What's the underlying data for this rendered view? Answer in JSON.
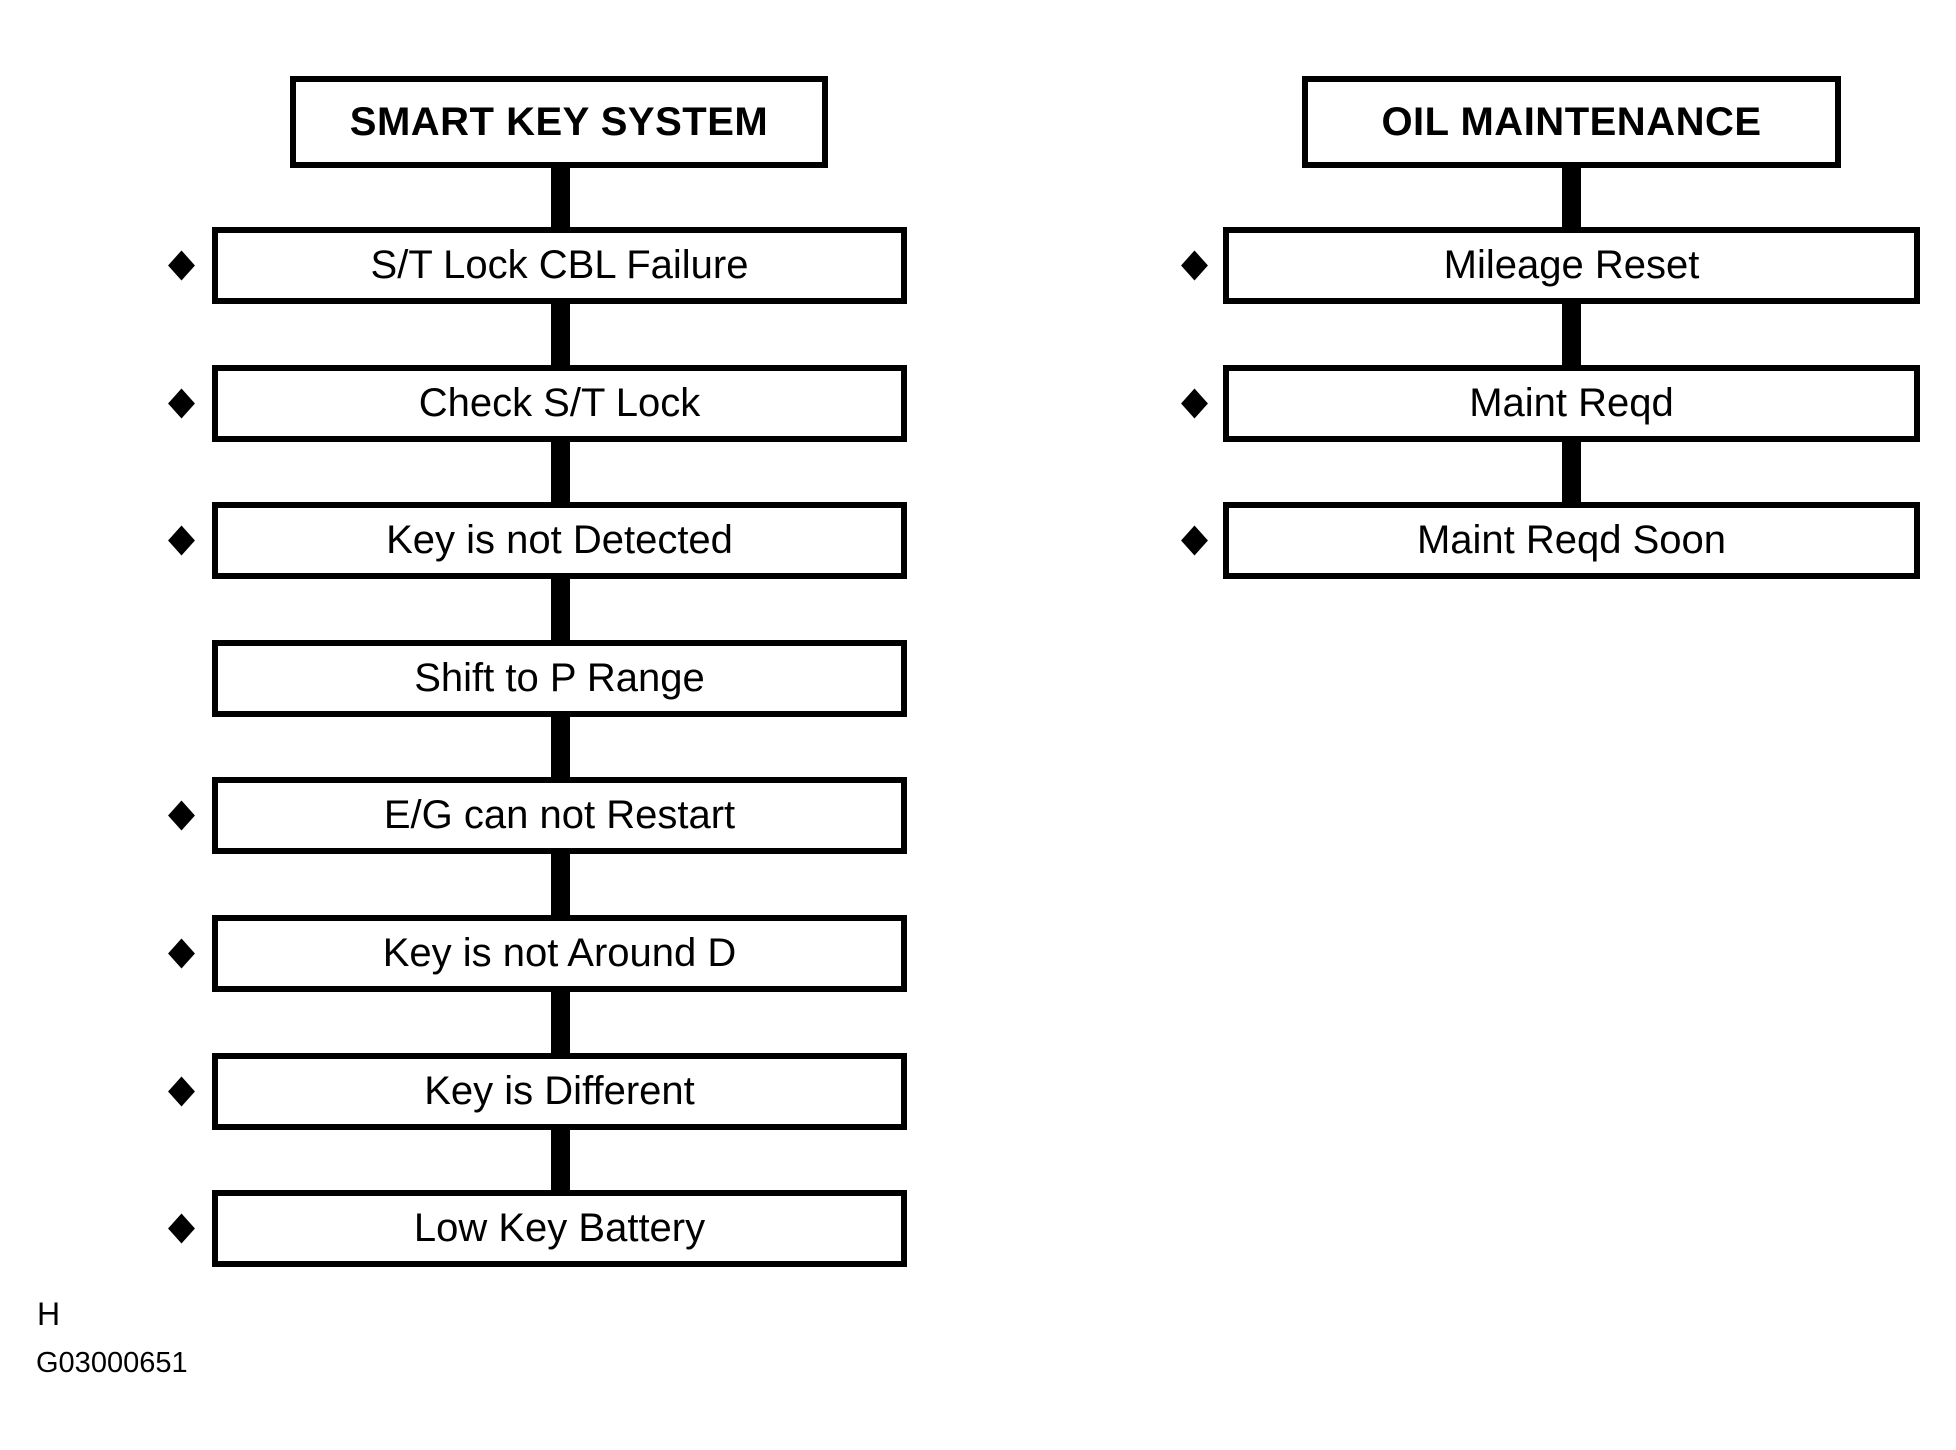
{
  "colors": {
    "ink": "#000000",
    "background": "#ffffff"
  },
  "columns": [
    {
      "title": "SMART KEY SYSTEM",
      "items": [
        {
          "label": "S/T Lock CBL Failure",
          "diamond": true
        },
        {
          "label": "Check S/T Lock",
          "diamond": true
        },
        {
          "label": "Key is not Detected",
          "diamond": true
        },
        {
          "label": "Shift to P Range",
          "diamond": false
        },
        {
          "label": "E/G can not Restart",
          "diamond": true
        },
        {
          "label": "Key is not Around D",
          "diamond": true
        },
        {
          "label": "Key is Different",
          "diamond": true
        },
        {
          "label": "Low Key Battery",
          "diamond": true
        }
      ]
    },
    {
      "title": "OIL MAINTENANCE",
      "items": [
        {
          "label": "Mileage Reset",
          "diamond": true
        },
        {
          "label": "Maint Reqd",
          "diamond": true
        },
        {
          "label": "Maint Reqd Soon",
          "diamond": true
        }
      ]
    }
  ],
  "footer": {
    "page_marker": "H",
    "figure_id": "G03000651"
  }
}
